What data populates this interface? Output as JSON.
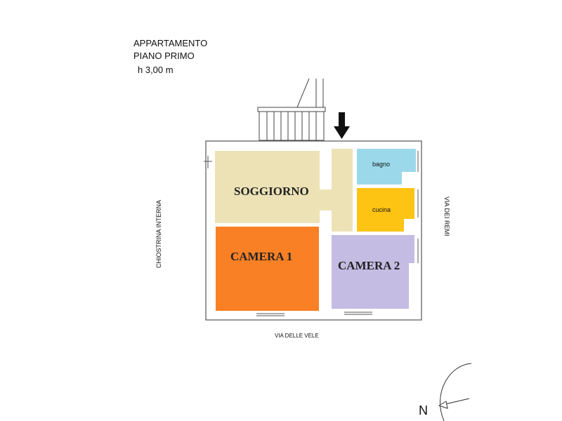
{
  "header": {
    "line1": "APPARTAMENTO",
    "line2": "PIANO PRIMO",
    "height": "h 3,00 m"
  },
  "rooms": {
    "soggiorno": {
      "label": "SOGGIORNO",
      "color": "#ece2b6"
    },
    "camera1": {
      "label": "CAMERA 1",
      "color": "#f98025"
    },
    "camera2": {
      "label": "CAMERA 2",
      "color": "#c4bce3"
    },
    "bagno": {
      "label": "bagno",
      "color": "#9bd9ea"
    },
    "cucina": {
      "label": "cucina",
      "color": "#fdc413"
    }
  },
  "streets": {
    "west": "CHIOSTRINA INTERNA",
    "east": "VIA DEI REMI",
    "south": "VIA DELLE VELE"
  },
  "compass": {
    "label": "N"
  }
}
